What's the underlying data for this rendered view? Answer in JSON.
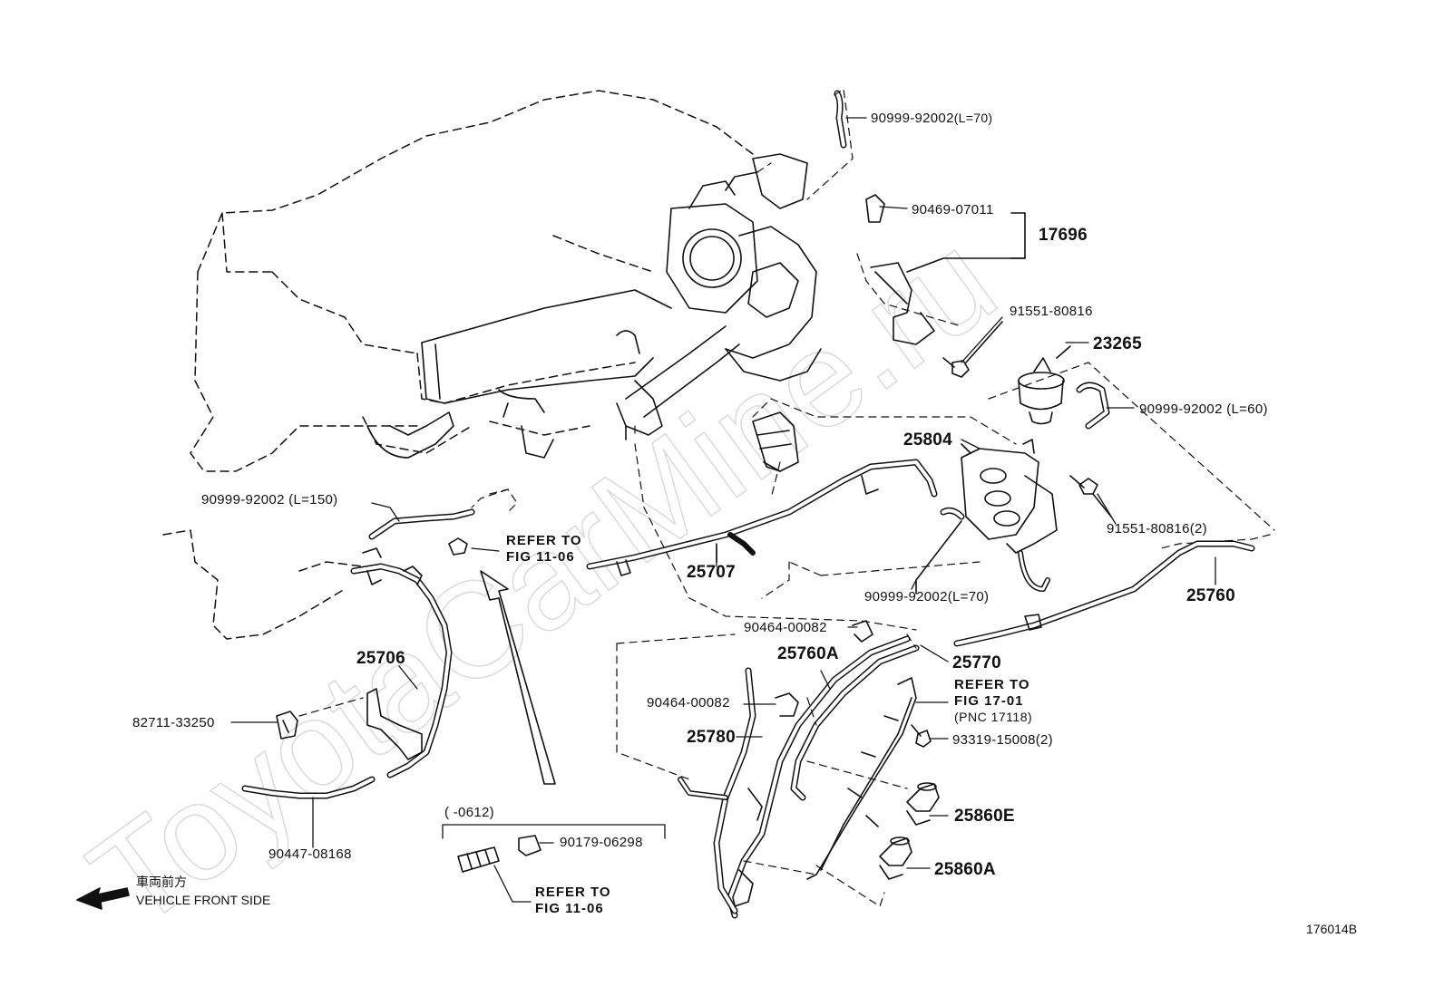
{
  "watermark": "ToyotaCarMine.ru",
  "figure_id": "176014B",
  "direction": {
    "japanese": "車両前方",
    "english": "VEHICLE FRONT SIDE",
    "arrow_icon": "left-arrow-icon"
  },
  "date_range": "(        -0612)",
  "labels": {
    "p90999_l70_top": "90999-92002",
    "p90999_l70_top_len": "(L=70)",
    "p90469": "90469-07011",
    "p17696": "17696",
    "p91551_a": "91551-80816",
    "p23265": "23265",
    "p90999_l60": "90999-92002 (L=60)",
    "p25804": "25804",
    "p91551_b": "91551-80816(2)",
    "p90999_l150": "90999-92002 (L=150)",
    "refer_a_1": "REFER TO",
    "refer_a_2": "FIG 11-06",
    "p25707": "25707",
    "p90999_l70_mid": "90999-92002(L=70)",
    "p25760": "25760",
    "p90464_a": "90464-00082",
    "p25760A": "25760A",
    "p25770": "25770",
    "refer_b_1": "REFER TO",
    "refer_b_2": "FIG 17-01",
    "refer_b_3": "(PNC 17118)",
    "p93319": "93319-15008(2)",
    "p25706": "25706",
    "p82711": "82711-33250",
    "p90464_b": "90464-00082",
    "p25780": "25780",
    "p25860E": "25860E",
    "p25860A": "25860A",
    "p90447": "90447-08168",
    "p90179": "90179-06298",
    "refer_c_1": "REFER TO",
    "refer_c_2": "FIG 11-06"
  },
  "colors": {
    "ink": "#111111",
    "watermark": "#d9d9d9",
    "background": "#ffffff"
  }
}
